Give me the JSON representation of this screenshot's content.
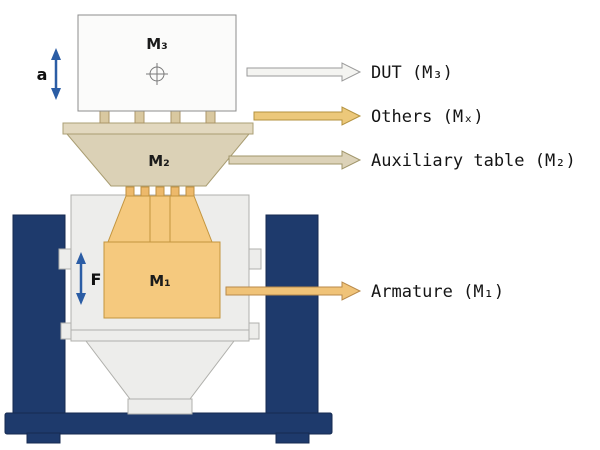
{
  "diagram": {
    "parts": {
      "m3_label": "M₃",
      "m2_label": "M₂",
      "m1_label": "M₁",
      "accel_label": "a",
      "force_label": "F"
    },
    "callouts": {
      "dut": {
        "label": "DUT (M₃)",
        "arrow_color": "#f4f4f1"
      },
      "others": {
        "label": "Others (Mₓ)",
        "arrow_color": "#ecc87a"
      },
      "aux": {
        "label": "Auxiliary table (M₂)",
        "arrow_color": "#dcd2b8"
      },
      "armature": {
        "label": "Armature (M₁)",
        "arrow_color": "#f0c378"
      }
    },
    "colors": {
      "support": "#1e3a6c",
      "body": "#ededeb",
      "armature": "#f5c97e",
      "table": "#dbd1b6",
      "table_plate": "#e2d8bf",
      "dut_box": "#fbfbfa",
      "indicator_arrow": "#2b5da5"
    }
  }
}
